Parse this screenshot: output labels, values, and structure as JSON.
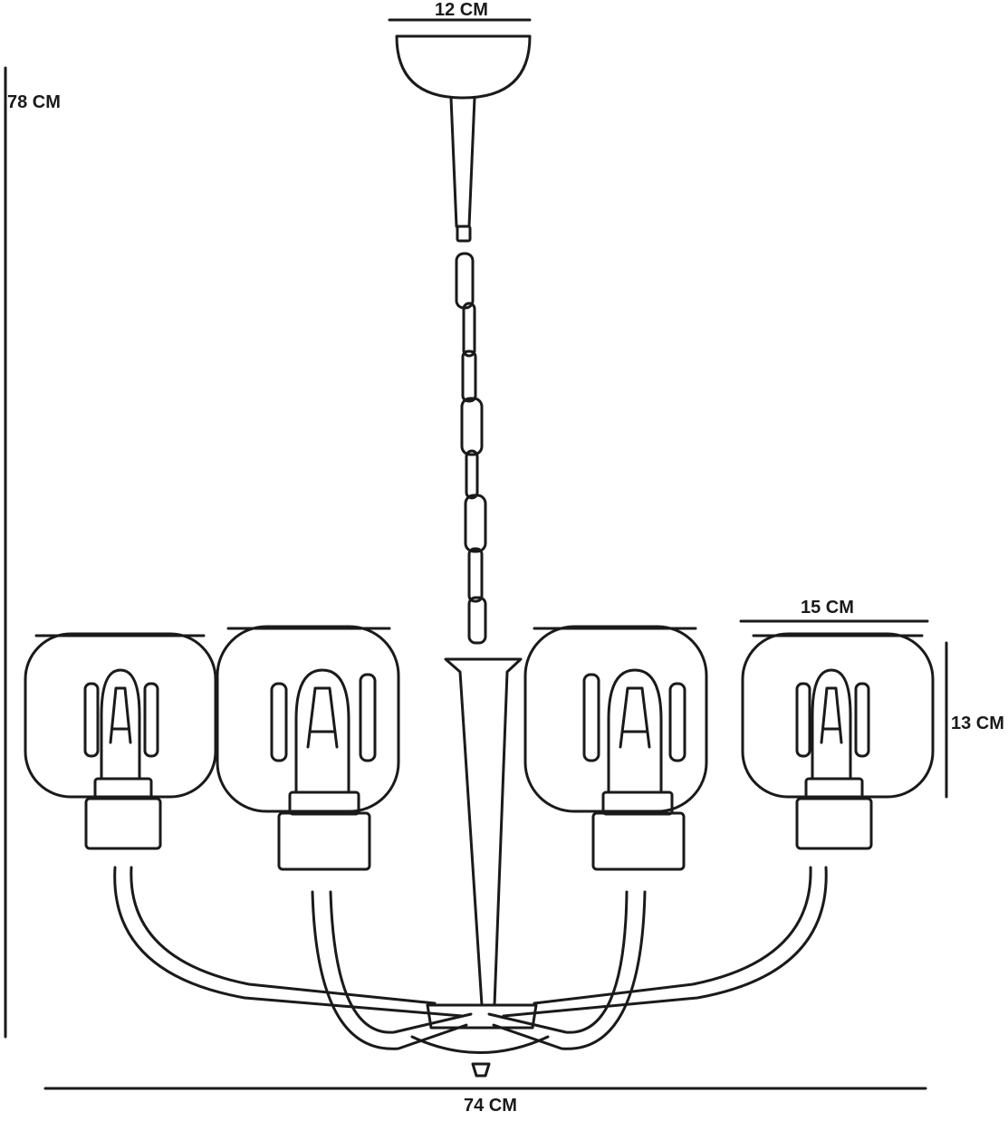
{
  "dimensions": {
    "canopy_width": "12 CM",
    "total_height": "78 CM",
    "shade_width": "15 CM",
    "shade_height": "13 CM",
    "total_width": "74 CM"
  },
  "colors": {
    "line": "#1a1a1a",
    "background": "#ffffff"
  }
}
